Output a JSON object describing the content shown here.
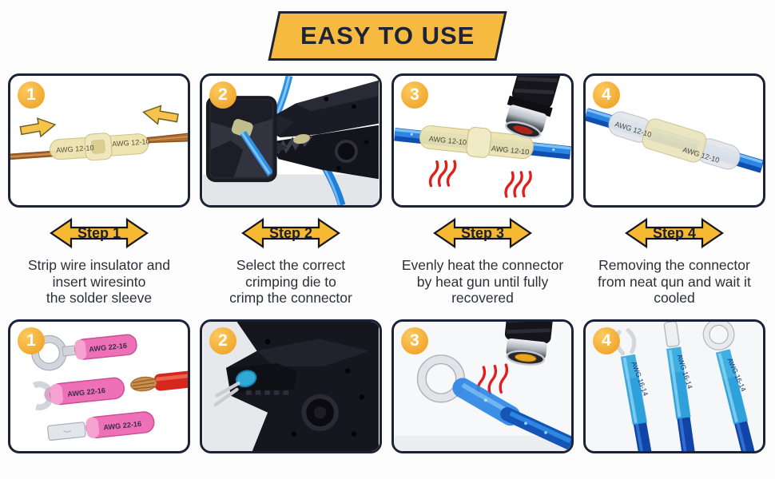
{
  "banner": {
    "label": "EASY TO USE"
  },
  "columns": [
    {
      "number": "1",
      "step_label": "Step 1",
      "desc_lines": [
        "Strip wire insulator and",
        "insert wiresinto",
        "the solder sleeve"
      ]
    },
    {
      "number": "2",
      "step_label": "Step 2",
      "desc_lines": [
        "Select the correct",
        "crimping die to",
        "crimp the connector"
      ]
    },
    {
      "number": "3",
      "step_label": "Step 3",
      "desc_lines": [
        "Evenly heat the connector",
        "by heat gun until fully",
        "recovered"
      ]
    },
    {
      "number": "4",
      "step_label": "Step 4",
      "desc_lines": [
        "Removing the connector",
        "from neat qun and wait it",
        "cooled"
      ]
    }
  ],
  "photo_labels": {
    "top_1": [
      "AWG 12-10",
      "AWG 12-10"
    ],
    "top_3": [
      "AWG 12-10",
      "AWG 12-10"
    ],
    "top_4": [
      "AWG 12-10",
      "AWG 12-10"
    ],
    "bottom_1": [
      "AWG 22-16",
      "AWG 22-16",
      "AWG 22-16"
    ],
    "bottom_4": [
      "AWG 16-14",
      "AWG 16-14",
      "AWG 16-14"
    ]
  },
  "colors": {
    "banner_yellow": "#F7BA41",
    "outline_navy": "#1C2338",
    "badge_orange": "#F2A72E",
    "step_arrow_yellow": "#F7B832",
    "heat_red": "#E01E1E",
    "wire_blue": "#2E86E4",
    "copper": "#B06E33",
    "sleeve_yellow": "#EDE4B2",
    "terminal_pink": "#EE71B8",
    "terminal_blue": "#31A8DF"
  }
}
